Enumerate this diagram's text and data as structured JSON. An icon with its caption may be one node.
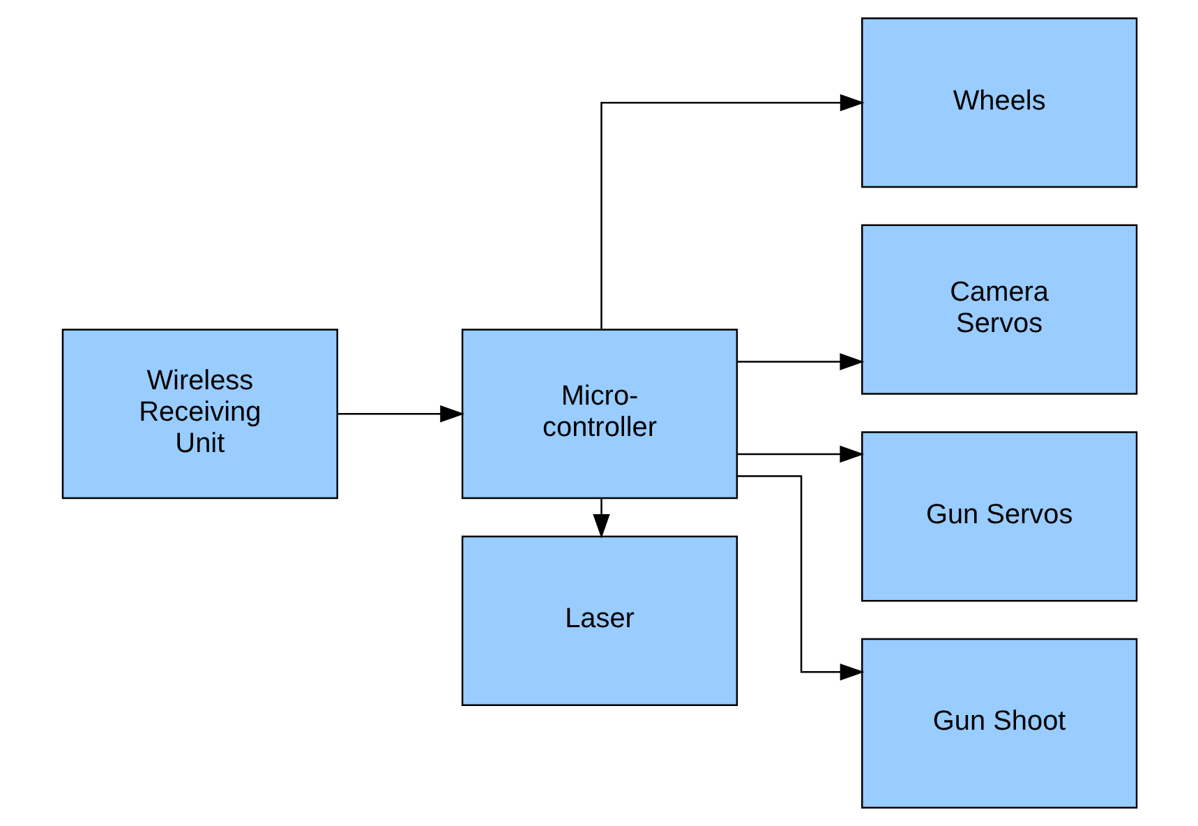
{
  "diagram": {
    "nodes": [
      {
        "text": [
          "Wireless Receiving Unit"
        ]
      },
      {
        "text": [
          "Micro- controller"
        ]
      },
      {
        "text": [
          "Wheels"
        ]
      },
      {
        "text": [
          "Camera Servos"
        ]
      },
      {
        "text": [
          "Gun Servos"
        ]
      },
      {
        "text": [
          "Gun Shoot"
        ]
      },
      {
        "text": [
          "Laser"
        ]
      }
    ],
    "edges": [
      {
        "from": 0,
        "to": 1,
        "arrow": "to"
      },
      {
        "from": 1,
        "to": 2,
        "arrow": "to"
      },
      {
        "from": 1,
        "to": 3,
        "arrow": "to"
      },
      {
        "from": 1,
        "to": 4,
        "arrow": "to"
      },
      {
        "from": 1,
        "to": 5,
        "arrow": "to"
      },
      {
        "from": 1,
        "to": 6,
        "arrow": "to"
      }
    ]
  }
}
